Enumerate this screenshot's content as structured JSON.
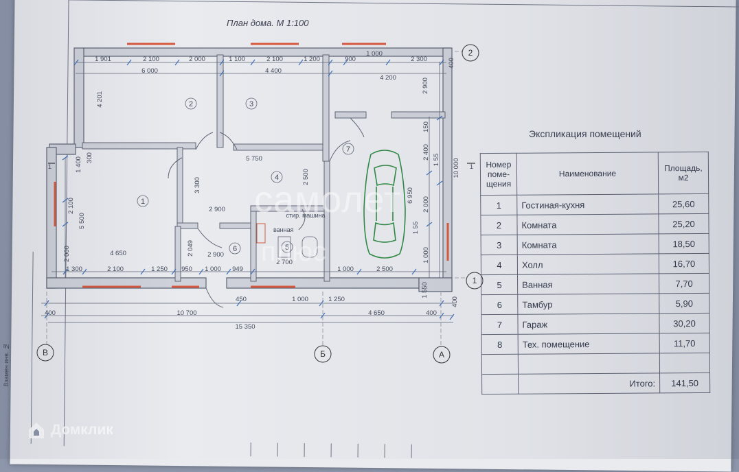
{
  "plan": {
    "title": "План дома. М 1:100",
    "rooms": [
      "1",
      "2",
      "3",
      "4",
      "5",
      "6",
      "7"
    ],
    "axes": [
      "В",
      "Б",
      "А",
      "1",
      "2"
    ],
    "marker_1": "1",
    "top_dims_row1": [
      "1 901",
      "2 100",
      "2 000",
      "1 100",
      "2 100",
      "1 200",
      "900",
      "1 000",
      "2 300"
    ],
    "top_dims_row2": [
      "6 000",
      "4 400",
      "4 200"
    ],
    "bottom_dims_row1": [
      "1 300",
      "2 100",
      "1 250",
      "950",
      "1 000",
      "949",
      "1 000",
      "2 500"
    ],
    "bottom_dims_row2": [
      "400",
      "10 700",
      "450",
      "1 000",
      "1 250",
      "4 650",
      "400"
    ],
    "total_width": "15 350",
    "inner_dims": [
      "5 750",
      "2 900",
      "2 900",
      "2 049",
      "2 700",
      "4 650",
      "3 300",
      "2 500",
      "1 400",
      "2 100",
      "5 500",
      "2 000",
      "4 201",
      "2 900",
      "300",
      "400",
      "150",
      "2 400",
      "6 950",
      "2 000",
      "10 000",
      "1 000",
      "1 550",
      "400",
      "55"
    ],
    "inner_labels": [
      "ванная",
      "стир. машина"
    ],
    "right_marks": [
      "1 55",
      "1 55"
    ]
  },
  "explication": {
    "title": "Экспликация помещений",
    "headers": [
      "Номер поме-щения",
      "Наименование",
      "Площадь, м2"
    ],
    "rows": [
      {
        "num": "1",
        "name": "Гостиная-кухня",
        "area": "25,60"
      },
      {
        "num": "2",
        "name": "Комната",
        "area": "25,20"
      },
      {
        "num": "3",
        "name": "Комната",
        "area": "18,50"
      },
      {
        "num": "4",
        "name": "Холл",
        "area": "16,70"
      },
      {
        "num": "5",
        "name": "Ванная",
        "area": "7,70"
      },
      {
        "num": "6",
        "name": "Тамбур",
        "area": "5,90"
      },
      {
        "num": "7",
        "name": "Гараж",
        "area": "30,20"
      },
      {
        "num": "8",
        "name": "Тех. помещение",
        "area": "11,70"
      },
      {
        "num": "",
        "name": "",
        "area": ""
      }
    ],
    "total_label": "Итого:",
    "total_value": "141,50"
  },
  "watermarks": {
    "line1": "самолет",
    "line2": "плюс"
  },
  "brand": {
    "name": "Домклик",
    "icon": "house-icon"
  },
  "strip": {
    "text": "Взамен инв. №"
  },
  "colors": {
    "wall": "#5e6475",
    "red": "#d8593e",
    "car": "#2f8a43",
    "paper": "#e9ebef"
  }
}
